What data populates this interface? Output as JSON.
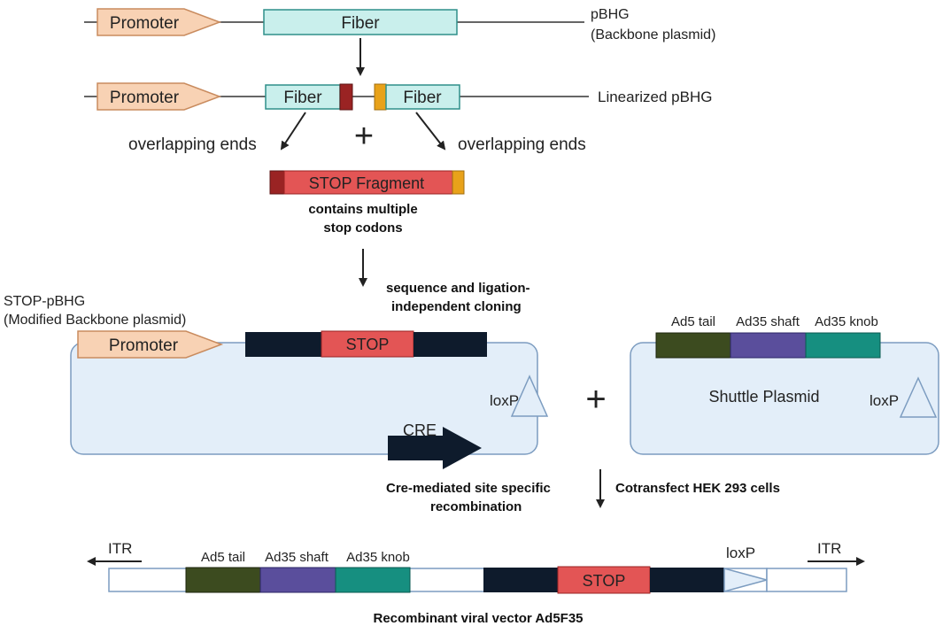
{
  "row1": {
    "promoter": "Promoter",
    "fiber": "Fiber",
    "plasmid_name": "pBHG",
    "plasmid_desc": "(Backbone plasmid)"
  },
  "row2": {
    "promoter": "Promoter",
    "fiber_left": "Fiber",
    "fiber_right": "Fiber",
    "label": "Linearized pBHG",
    "overlap_left": "overlapping ends",
    "overlap_right": "overlapping ends",
    "plus": "+"
  },
  "stop_fragment": {
    "label": "STOP Fragment",
    "note_line1": "contains multiple",
    "note_line2": "stop codons"
  },
  "cloning": {
    "line1": "sequence and ligation-",
    "line2": "independent cloning"
  },
  "stop_pbhg": {
    "name": "STOP-pBHG",
    "desc": "(Modified Backbone plasmid)",
    "promoter": "Promoter",
    "stop": "STOP",
    "loxp": "loxP",
    "cre": "CRE"
  },
  "shuttle": {
    "plus": "+",
    "seg1": "Ad5 tail",
    "seg2": "Ad35 shaft",
    "seg3": "Ad35 knob",
    "label": "Shuttle Plasmid",
    "loxp": "loxP"
  },
  "recombination": {
    "left_line1": "Cre-mediated site specific",
    "left_line2": "recombination",
    "right": "Cotransfect HEK 293 cells"
  },
  "final": {
    "itr_left": "ITR",
    "itr_right": "ITR",
    "seg1": "Ad5 tail",
    "seg2": "Ad35 shaft",
    "seg3": "Ad35 knob",
    "loxp": "loxP",
    "stop": "STOP",
    "caption": "Recombinant viral vector Ad5F35"
  },
  "colors": {
    "promoter_fill": "#f8d2b4",
    "promoter_stroke": "#c98b5e",
    "fiber_fill": "#c9efec",
    "fiber_stroke": "#2f8f8a",
    "stop_fill": "#e35555",
    "dark_red": "#9a2323",
    "orange": "#e8a21a",
    "navy": "#0e1b2c",
    "olive": "#3c4b1f",
    "purple": "#5a4e9c",
    "teal": "#168f80",
    "plasmid_fill": "#e3eef9",
    "plasmid_stroke": "#7c9cc0"
  }
}
